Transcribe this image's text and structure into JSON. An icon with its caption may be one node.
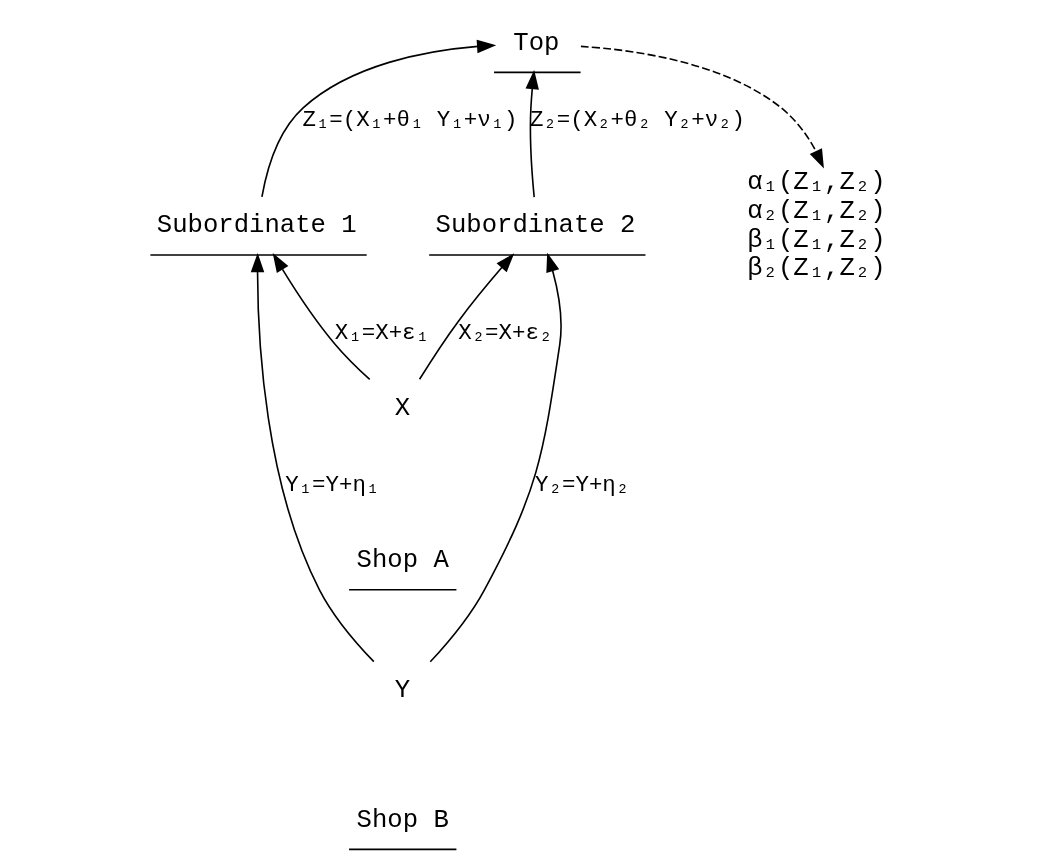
{
  "diagram": {
    "nodes": [
      {
        "text": [
          "Top"
        ]
      },
      {
        "text": [
          "Subordinate 1"
        ]
      },
      {
        "text": [
          "Subordinate 2"
        ]
      },
      {
        "text": [
          "α₁(Z₁,Z₂)",
          "α₂(Z₁,Z₂)",
          "β₁(Z₁,Z₂)",
          "β₂(Z₁,Z₂)"
        ]
      },
      {
        "text": [
          "X"
        ]
      },
      {
        "text": [
          "Y"
        ]
      }
    ],
    "edges": [
      {
        "from": 1,
        "to": 0,
        "arrow": "to",
        "label": "Z₁=(X₁+θ₁ Y₁+ν₁)"
      },
      {
        "from": 2,
        "to": 0,
        "arrow": "to",
        "label": "Z₂=(X₂+θ₂ Y₂+ν₂)"
      },
      {
        "from": 0,
        "to": 3,
        "arrow": "to",
        "style": "dashed"
      },
      {
        "from": 5,
        "to": 1,
        "arrow": "to",
        "label": "Y₁=Y+η₁"
      },
      {
        "from": 4,
        "to": 1,
        "arrow": "to",
        "label": "X₁=X+ε₁"
      },
      {
        "from": 4,
        "to": 2,
        "arrow": "to",
        "label": "X₂=X+ε₂"
      },
      {
        "from": 5,
        "to": 2,
        "arrow": "to",
        "label": "Y₂=Y+η₂"
      }
    ],
    "labels": [
      "Shop A",
      "Shop B"
    ]
  }
}
